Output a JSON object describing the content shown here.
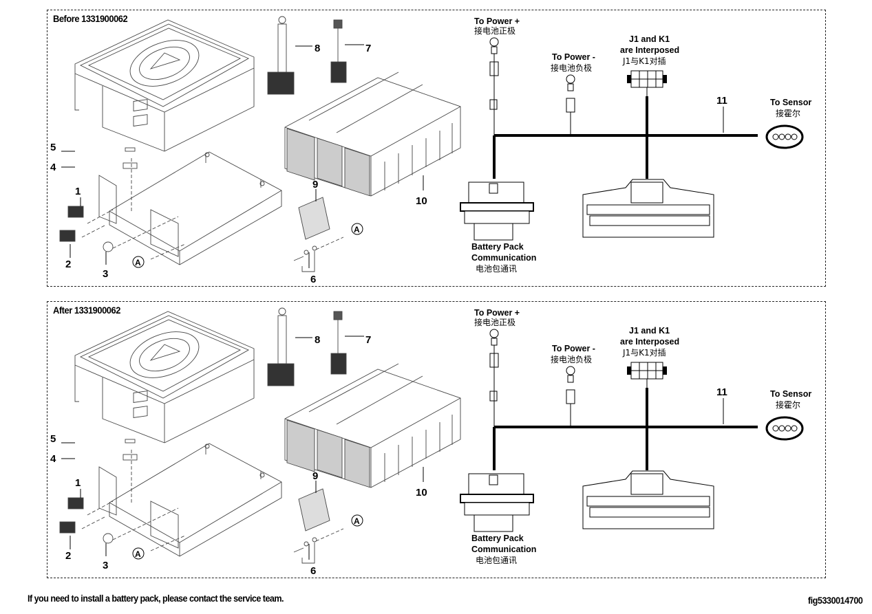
{
  "panels": [
    {
      "id": "before",
      "title": "Before 1331900062",
      "callouts": [
        "1",
        "2",
        "3",
        "4",
        "5",
        "6",
        "7",
        "8",
        "9",
        "10",
        "11"
      ],
      "reference_marker": "A",
      "wiring": {
        "power_pos_en": "To Power +",
        "power_pos_cn": "接电池正极",
        "power_neg_en": "To Power -",
        "power_neg_cn": "接电池负极",
        "j1k1_line1": "J1 and K1",
        "j1k1_line2": "are Interposed",
        "j1k1_cn": "J1与K1对插",
        "sensor_en": "To Sensor",
        "sensor_cn": "接霍尔",
        "comm_line1": "Battery Pack",
        "comm_line2": "Communication",
        "comm_cn": "电池包通讯"
      }
    },
    {
      "id": "after",
      "title": "After 1331900062",
      "callouts": [
        "1",
        "2",
        "3",
        "4",
        "5",
        "6",
        "7",
        "8",
        "9",
        "10",
        "11"
      ],
      "reference_marker": "A",
      "wiring": {
        "power_pos_en": "To Power +",
        "power_pos_cn": "接电池正极",
        "power_neg_en": "To Power -",
        "power_neg_cn": "接电池负极",
        "j1k1_line1": "J1 and K1",
        "j1k1_line2": "are Interposed",
        "j1k1_cn": "J1与K1对插",
        "sensor_en": "To Sensor",
        "sensor_cn": "接霍尔",
        "comm_line1": "Battery Pack",
        "comm_line2": "Communication",
        "comm_cn": "电池包通讯"
      }
    }
  ],
  "footer": {
    "note": "If you need to install a battery pack, please contact the service team.",
    "figure_id": "fig5330014700"
  }
}
